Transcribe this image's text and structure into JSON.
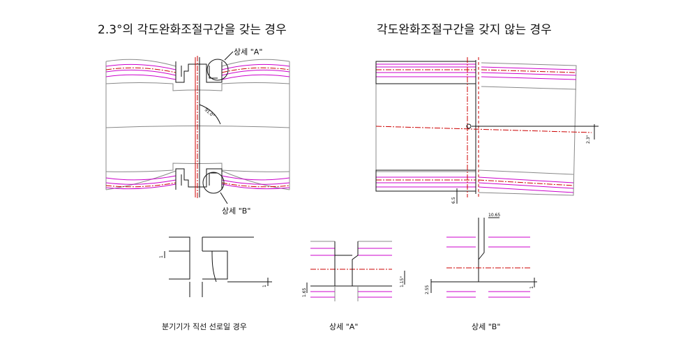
{
  "titles": {
    "left": "2.3°의 각도완화조절구간을 갖는 경우",
    "right": "각도완화조절구간을 갖지 않는 경우"
  },
  "labels": {
    "detail_a_top": "상세 \"A\"",
    "detail_b_top": "상세 \"B\"",
    "caption_straight": "분기기가 직선 선로일 경우",
    "caption_detail_a": "상세 \"A\"",
    "caption_detail_b": "상세 \"B\""
  },
  "dimensions": {
    "angle_left": "91.0°",
    "angle_right": "2.3°",
    "right_bottom": "6.5",
    "d1_left": "1",
    "d1_right": "1",
    "da_left": "1.65",
    "da_right": "1.15°",
    "db_top": "10.65",
    "db_left": "2.55",
    "db_right": "1"
  },
  "colors": {
    "line": "#111111",
    "magenta": "#cc00cc",
    "centerline": "#cc0000",
    "grid": "#9a9a9a"
  }
}
